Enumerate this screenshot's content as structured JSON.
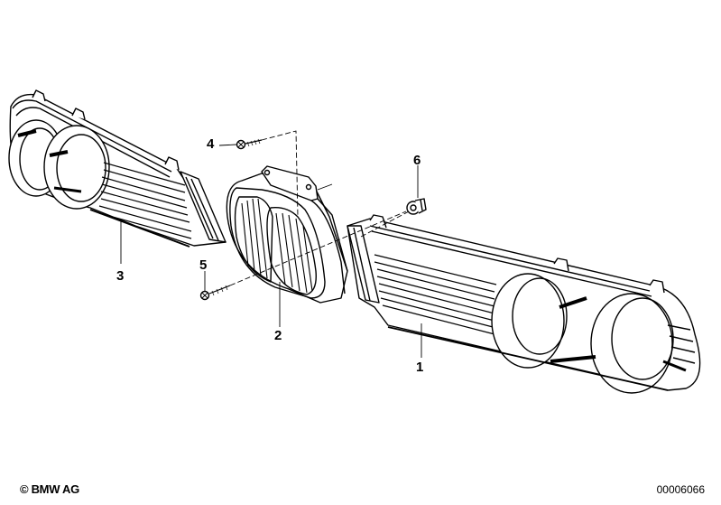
{
  "diagram": {
    "type": "exploded-parts-diagram",
    "subject": "front grille assembly",
    "callouts": [
      {
        "id": "1",
        "label": "1",
        "part": "right grille with headlight surrounds"
      },
      {
        "id": "2",
        "label": "2",
        "part": "center kidney grille"
      },
      {
        "id": "3",
        "label": "3",
        "part": "left grille with headlight surrounds"
      },
      {
        "id": "4",
        "label": "4",
        "part": "screw (upper)"
      },
      {
        "id": "5",
        "label": "5",
        "part": "screw (lower)"
      },
      {
        "id": "6",
        "label": "6",
        "part": "clip nut"
      }
    ]
  },
  "footer": {
    "copyright": "© BMW AG",
    "diagram_number": "00006066"
  }
}
